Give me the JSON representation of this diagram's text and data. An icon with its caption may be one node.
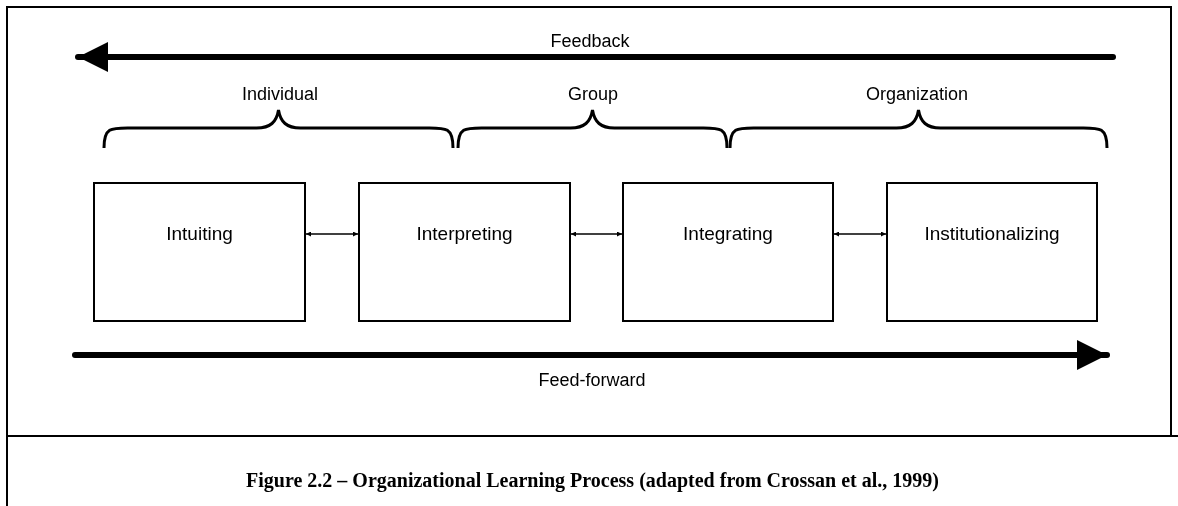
{
  "diagram": {
    "caption": "Figure 2.2 – Organizational Learning Process (adapted from Crossan et al., 1999)",
    "nodes": [
      {
        "text": [
          "Intuiting"
        ]
      },
      {
        "text": [
          "Interpreting"
        ]
      },
      {
        "text": [
          "Integrating"
        ]
      },
      {
        "text": [
          "Institutionalizing"
        ]
      }
    ],
    "edges": [
      {
        "from": 0,
        "to": 1,
        "arrow": "both"
      },
      {
        "from": 1,
        "to": 2,
        "arrow": "both"
      },
      {
        "from": 2,
        "to": 3,
        "arrow": "both"
      }
    ],
    "labels": [
      "Feedback",
      "Individual",
      "Group",
      "Organization",
      "Feed-forward"
    ]
  }
}
